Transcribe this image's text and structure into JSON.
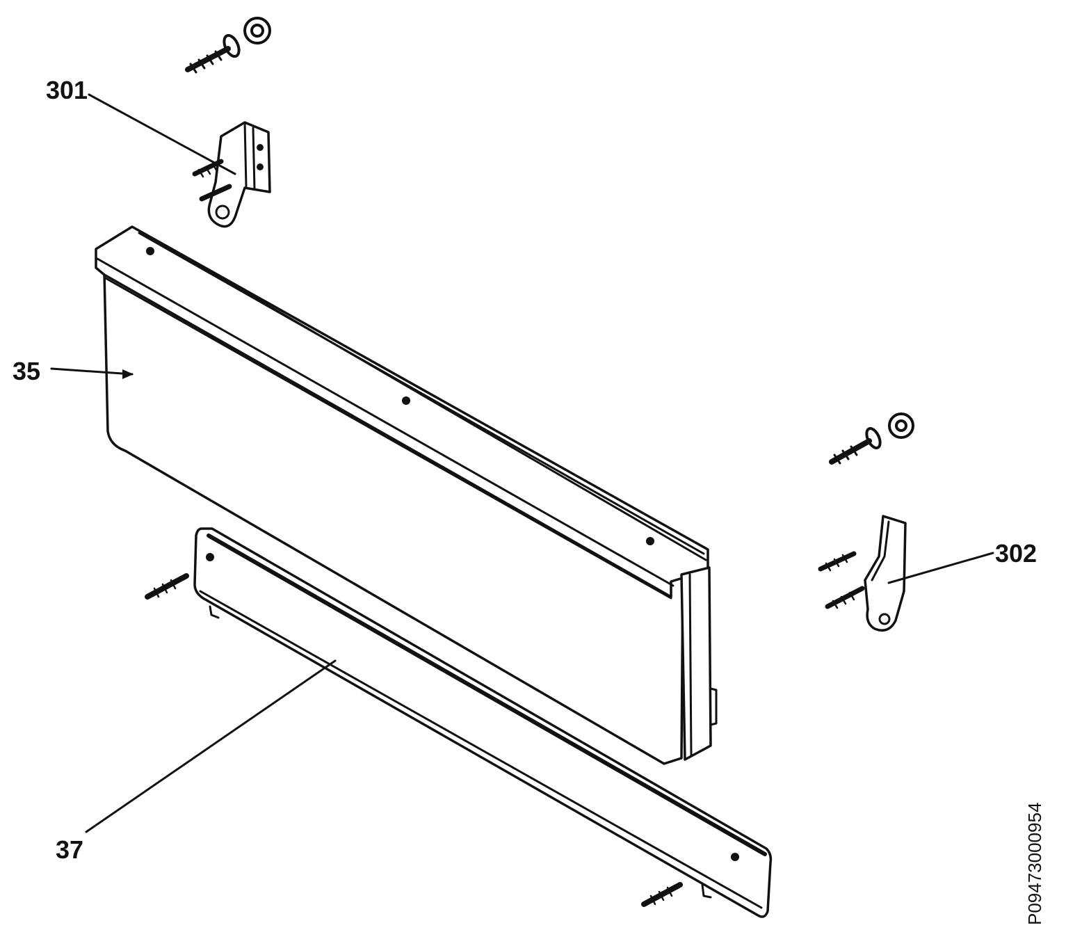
{
  "diagram": {
    "callouts": {
      "c301": "301",
      "c35": "35",
      "c302": "302",
      "c37": "37"
    },
    "document_id": "P09473000954"
  },
  "colors": {
    "line": "#111111",
    "background": "#ffffff"
  }
}
